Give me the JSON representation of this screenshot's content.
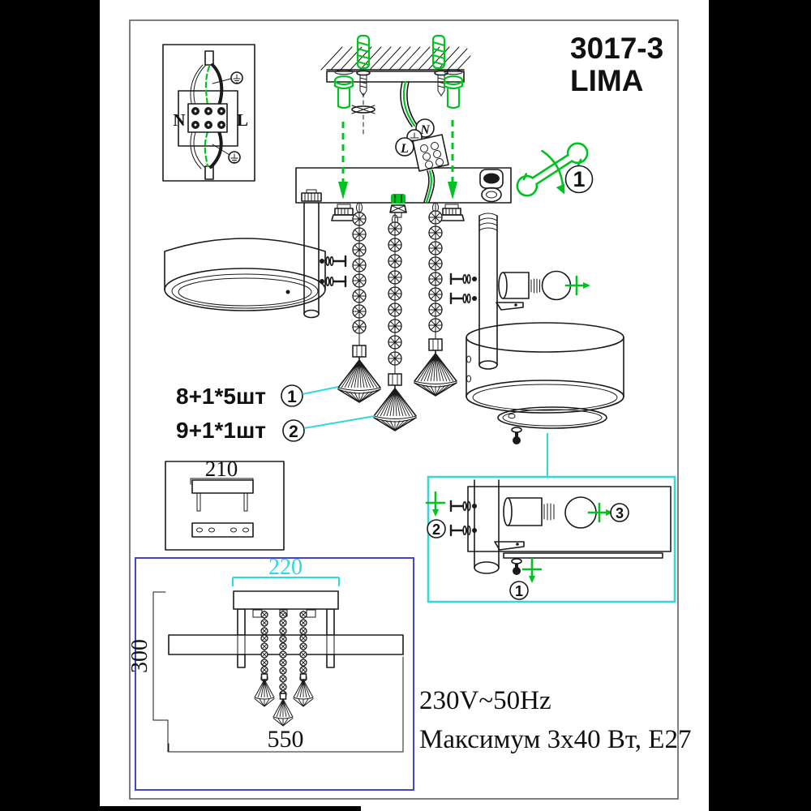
{
  "header": {
    "model": "3017-3",
    "series": "LIMA"
  },
  "wiring_box": {
    "neutral": "N",
    "live": "L"
  },
  "wire_tags": {
    "live": "L",
    "neutral": "N"
  },
  "assembly": {
    "wrench_step": "1"
  },
  "parts_list": [
    {
      "callout": "1",
      "qty": "8+1*5шт"
    },
    {
      "callout": "2",
      "qty": "9+1*1шт"
    }
  ],
  "bracket": {
    "width": "210"
  },
  "dimensions": {
    "canopy_width": "220",
    "height": "300",
    "total_width": "550"
  },
  "detail": {
    "callout_bottom_screw": "1",
    "callout_side_screw": "2",
    "callout_bulb": "3"
  },
  "specs": {
    "voltage": "230V~50Hz",
    "max_power": "Максимум 3x40 Вт, E27"
  },
  "colors": {
    "accent_green": "#00c321",
    "accent_cyan": "#2fd9dc",
    "dim_box_blue": "#4646c8"
  }
}
